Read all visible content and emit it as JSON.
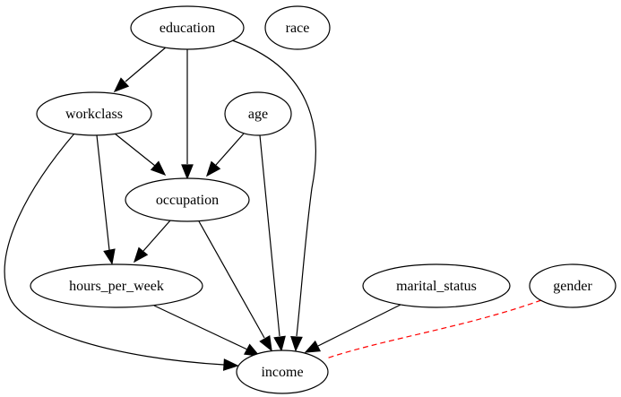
{
  "nodes": {
    "education": {
      "label": "education"
    },
    "race": {
      "label": "race"
    },
    "workclass": {
      "label": "workclass"
    },
    "age": {
      "label": "age"
    },
    "occupation": {
      "label": "occupation"
    },
    "hours_per_week": {
      "label": "hours_per_week"
    },
    "marital_status": {
      "label": "marital_status"
    },
    "gender": {
      "label": "gender"
    },
    "income": {
      "label": "income"
    }
  },
  "edges": [
    {
      "from": "education",
      "to": "workclass",
      "style": "solid",
      "color": "#000000",
      "directed": true
    },
    {
      "from": "education",
      "to": "occupation",
      "style": "solid",
      "color": "#000000",
      "directed": true
    },
    {
      "from": "education",
      "to": "income",
      "style": "solid",
      "color": "#000000",
      "directed": true
    },
    {
      "from": "workclass",
      "to": "occupation",
      "style": "solid",
      "color": "#000000",
      "directed": true
    },
    {
      "from": "workclass",
      "to": "hours_per_week",
      "style": "solid",
      "color": "#000000",
      "directed": true
    },
    {
      "from": "workclass",
      "to": "income",
      "style": "solid",
      "color": "#000000",
      "directed": true
    },
    {
      "from": "age",
      "to": "occupation",
      "style": "solid",
      "color": "#000000",
      "directed": true
    },
    {
      "from": "age",
      "to": "income",
      "style": "solid",
      "color": "#000000",
      "directed": true
    },
    {
      "from": "occupation",
      "to": "hours_per_week",
      "style": "solid",
      "color": "#000000",
      "directed": true
    },
    {
      "from": "occupation",
      "to": "income",
      "style": "solid",
      "color": "#000000",
      "directed": true
    },
    {
      "from": "hours_per_week",
      "to": "income",
      "style": "solid",
      "color": "#000000",
      "directed": true
    },
    {
      "from": "marital_status",
      "to": "income",
      "style": "solid",
      "color": "#000000",
      "directed": true
    },
    {
      "from": "gender",
      "to": "income",
      "style": "dashed",
      "color": "#ff0000",
      "directed": false
    }
  ]
}
